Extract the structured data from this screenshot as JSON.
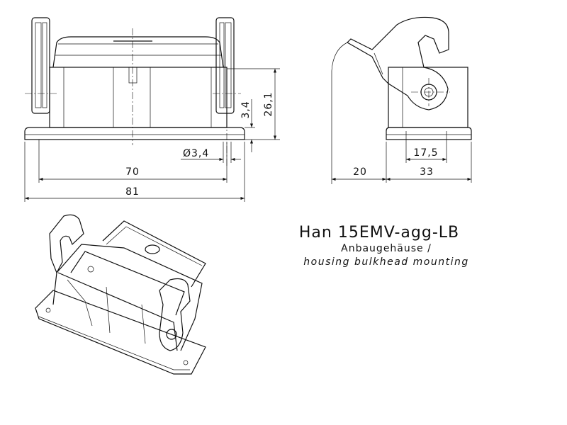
{
  "title": {
    "product": "Han 15EMV-agg-LB",
    "line_de": "Anbaugehäuse /",
    "line_en": "housing bulkhead mounting"
  },
  "front_view": {
    "dimensions": {
      "width_inner": "70",
      "width_outer": "81",
      "hole_diameter": "Ø3,4",
      "plate_thickness": "3,4",
      "height": "26,1"
    }
  },
  "side_view": {
    "dimensions": {
      "lever_offset": "20",
      "depth": "33",
      "hole_spacing": "17,5"
    }
  }
}
